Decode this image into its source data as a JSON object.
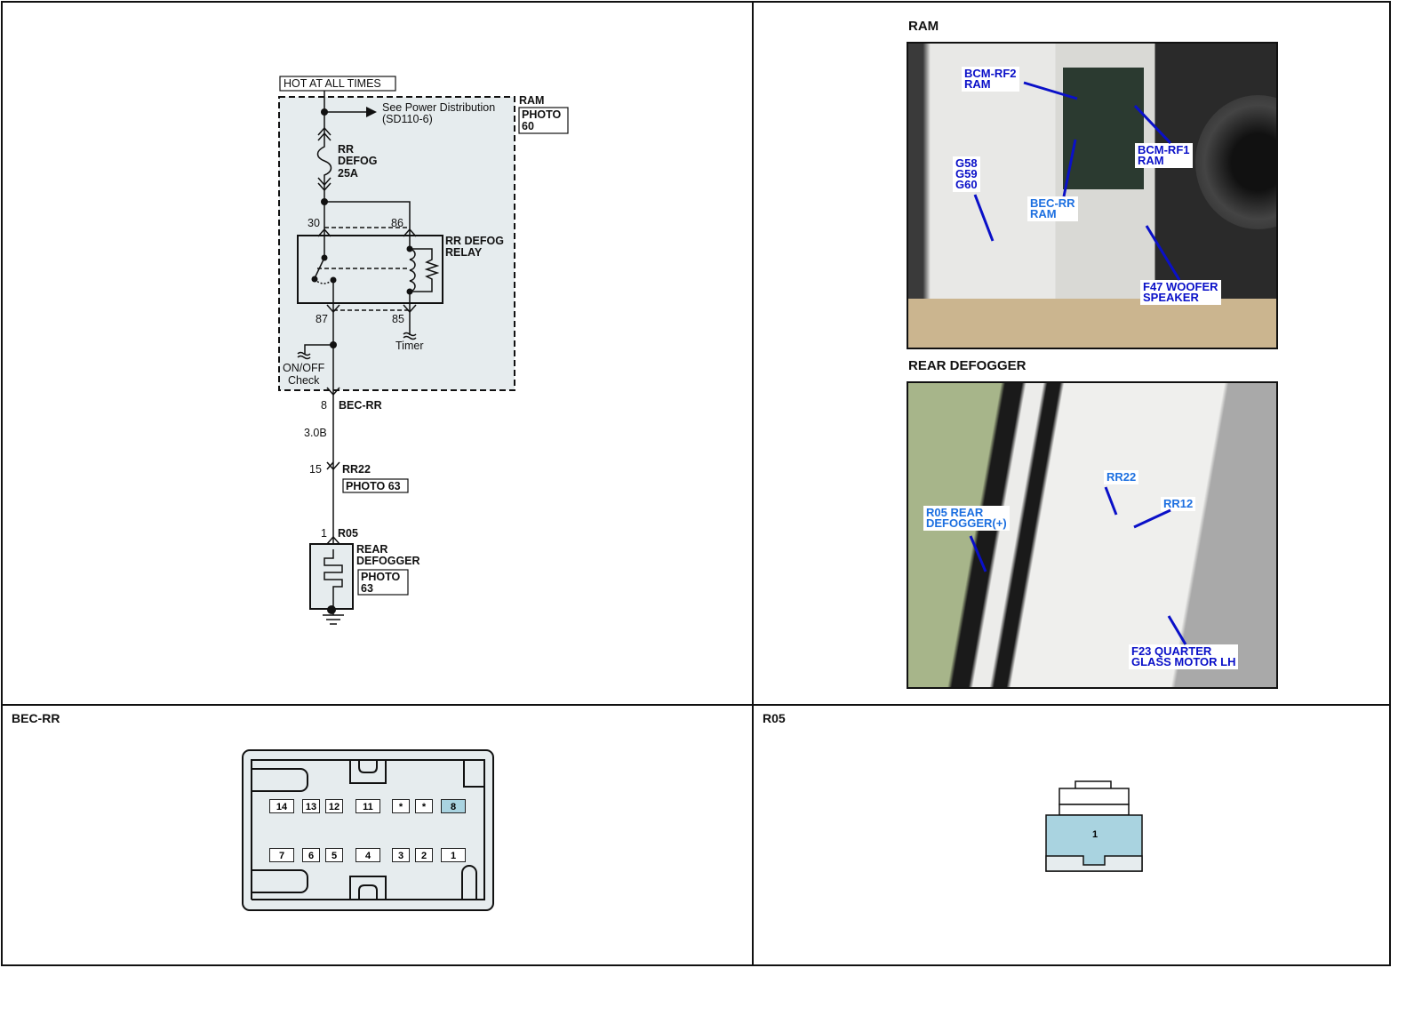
{
  "schematic": {
    "hot_label": "HOT AT ALL TIMES",
    "see_power": "See Power Distribution",
    "see_power_ref": "(SD110-6)",
    "ram_label": "RAM",
    "ram_photo_1": "PHOTO",
    "ram_photo_2": "60",
    "fuse_1": "RR",
    "fuse_2": "DEFOG",
    "fuse_3": "25A",
    "pin_30": "30",
    "pin_86": "86",
    "pin_87": "87",
    "pin_85": "85",
    "relay_1": "RR DEFOG",
    "relay_2": "RELAY",
    "timer": "Timer",
    "onoff_1": "ON/OFF",
    "onoff_2": "Check",
    "bec_pin": "8",
    "bec_name": "BEC-RR",
    "wire": "3.0B",
    "rr22_pin": "15",
    "rr22_name": "RR22",
    "rr22_photo": "PHOTO 63",
    "r05_pin": "1",
    "r05_name": "R05",
    "defog_1": "REAR",
    "defog_2": "DEFOGGER",
    "defog_photo_1": "PHOTO",
    "defog_photo_2": "63"
  },
  "photos": {
    "ram": {
      "title": "RAM",
      "labels": [
        "BCM-RF2\nRAM",
        "BCM-RF1\nRAM",
        "G58\nG59\nG60",
        "BEC-RR\nRAM",
        "F47 WOOFER\nSPEAKER"
      ]
    },
    "defogger": {
      "title": "REAR DEFOGGER",
      "labels": [
        "RR22",
        "RR12",
        "R05 REAR\nDEFOGGER(+)",
        "F23 QUARTER\nGLASS MOTOR LH"
      ]
    }
  },
  "connectors": {
    "bec_rr": {
      "title": "BEC-RR",
      "top_row": [
        "14",
        "13",
        "12",
        "11",
        "*",
        "*",
        "8"
      ],
      "bottom_row": [
        "7",
        "6",
        "5",
        "4",
        "3",
        "2",
        "1"
      ],
      "highlight": "8"
    },
    "r05": {
      "title": "R05",
      "pin": "1"
    }
  },
  "colors": {
    "highlight": "#a9d3e0",
    "label_dark": "#0a10c8",
    "label_light": "#1c6fe0",
    "panel": "#e6ecee"
  }
}
